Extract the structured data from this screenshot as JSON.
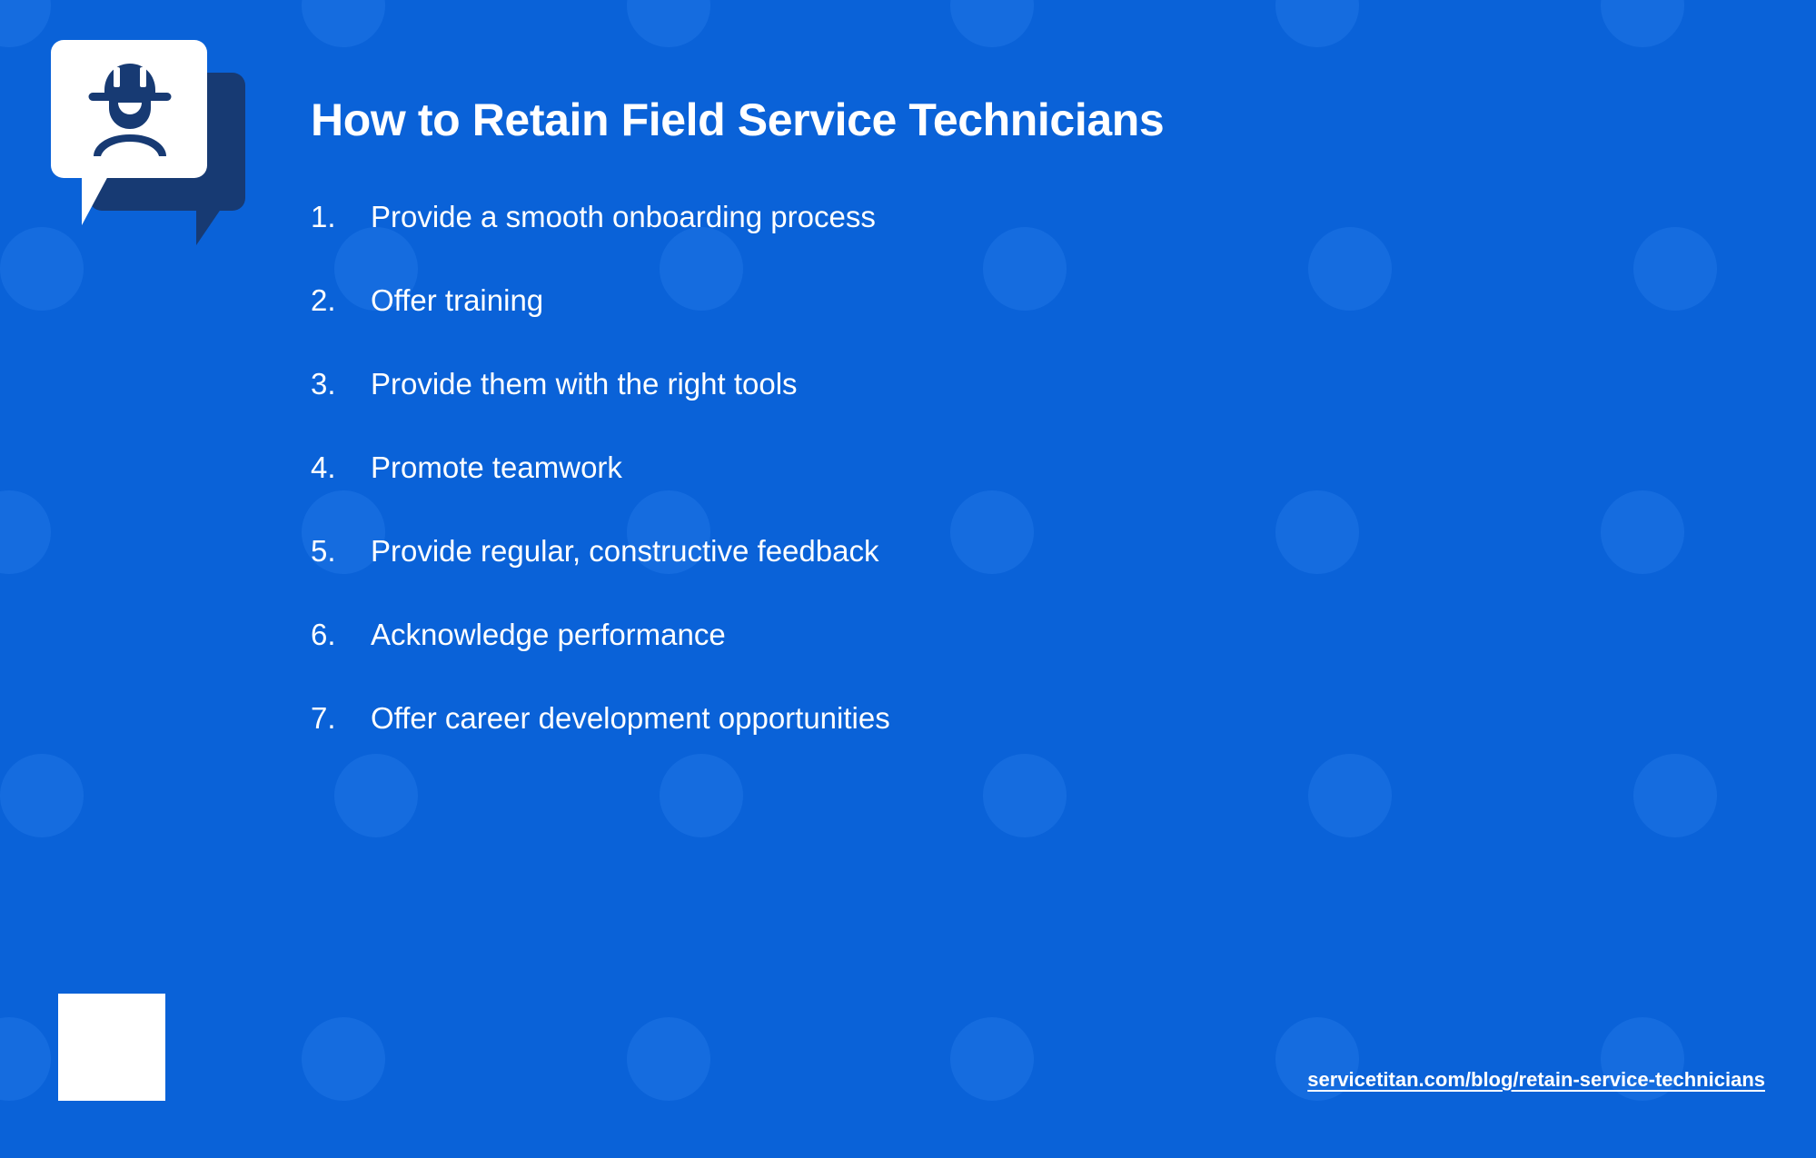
{
  "slide": {
    "title": "How to Retain Field Service Technicians",
    "background_color": "#0a62d8",
    "decor_circle_color": "#1d72e3",
    "text_color": "#ffffff",
    "icon_navy": "#173a73"
  },
  "icon": {
    "name": "technician-speech-bubble-icon",
    "description": "hard-hat technician inside speech bubble"
  },
  "steps": [
    {
      "number": "1.",
      "label": "Provide a smooth onboarding process"
    },
    {
      "number": "2.",
      "label": "Offer training"
    },
    {
      "number": "3.",
      "label": "Provide them with the right tools"
    },
    {
      "number": "4.",
      "label": "Promote teamwork"
    },
    {
      "number": "5.",
      "label": "Provide regular, constructive feedback"
    },
    {
      "number": "6.",
      "label": "Acknowledge performance"
    },
    {
      "number": "7.",
      "label": "Offer career development opportunities"
    }
  ],
  "footer": {
    "source_url": "servicetitan.com/blog/retain-service-technicians"
  }
}
